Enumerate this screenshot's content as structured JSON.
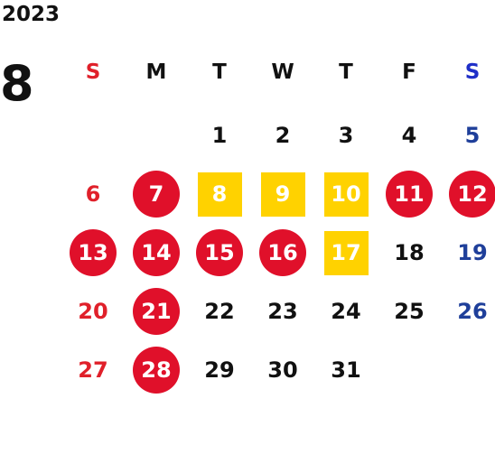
{
  "header": {
    "year": "2023",
    "month": "8"
  },
  "weekdays": [
    {
      "label": "S",
      "color": "#e0202a"
    },
    {
      "label": "M",
      "color": "#111111"
    },
    {
      "label": "T",
      "color": "#111111"
    },
    {
      "label": "W",
      "color": "#111111"
    },
    {
      "label": "T",
      "color": "#111111"
    },
    {
      "label": "F",
      "color": "#111111"
    },
    {
      "label": "S",
      "color": "#1f2fc8"
    }
  ],
  "colors": {
    "holiday_circle": "#e0102a",
    "event_square": "#ffd200",
    "sunday_text": "#e0202a",
    "saturday_text": "#1f3f9a",
    "weekday_text": "#111111",
    "on_mark_text": "#ffffff"
  },
  "days": [
    {
      "day": "1",
      "style": "plain"
    },
    {
      "day": "2",
      "style": "plain"
    },
    {
      "day": "3",
      "style": "plain"
    },
    {
      "day": "4",
      "style": "plain"
    },
    {
      "day": "5",
      "style": "saturday"
    },
    {
      "day": "6",
      "style": "sunday"
    },
    {
      "day": "7",
      "style": "circle"
    },
    {
      "day": "8",
      "style": "square"
    },
    {
      "day": "9",
      "style": "square"
    },
    {
      "day": "10",
      "style": "square"
    },
    {
      "day": "11",
      "style": "circle"
    },
    {
      "day": "12",
      "style": "circle"
    },
    {
      "day": "13",
      "style": "circle"
    },
    {
      "day": "14",
      "style": "circle"
    },
    {
      "day": "15",
      "style": "circle"
    },
    {
      "day": "16",
      "style": "circle"
    },
    {
      "day": "17",
      "style": "square"
    },
    {
      "day": "18",
      "style": "plain"
    },
    {
      "day": "19",
      "style": "saturday"
    },
    {
      "day": "20",
      "style": "sunday"
    },
    {
      "day": "21",
      "style": "circle"
    },
    {
      "day": "22",
      "style": "plain"
    },
    {
      "day": "23",
      "style": "plain"
    },
    {
      "day": "24",
      "style": "plain"
    },
    {
      "day": "25",
      "style": "plain"
    },
    {
      "day": "26",
      "style": "saturday"
    },
    {
      "day": "27",
      "style": "sunday"
    },
    {
      "day": "28",
      "style": "circle"
    },
    {
      "day": "29",
      "style": "plain"
    },
    {
      "day": "30",
      "style": "plain"
    },
    {
      "day": "31",
      "style": "plain"
    }
  ],
  "first_weekday_index": 2
}
